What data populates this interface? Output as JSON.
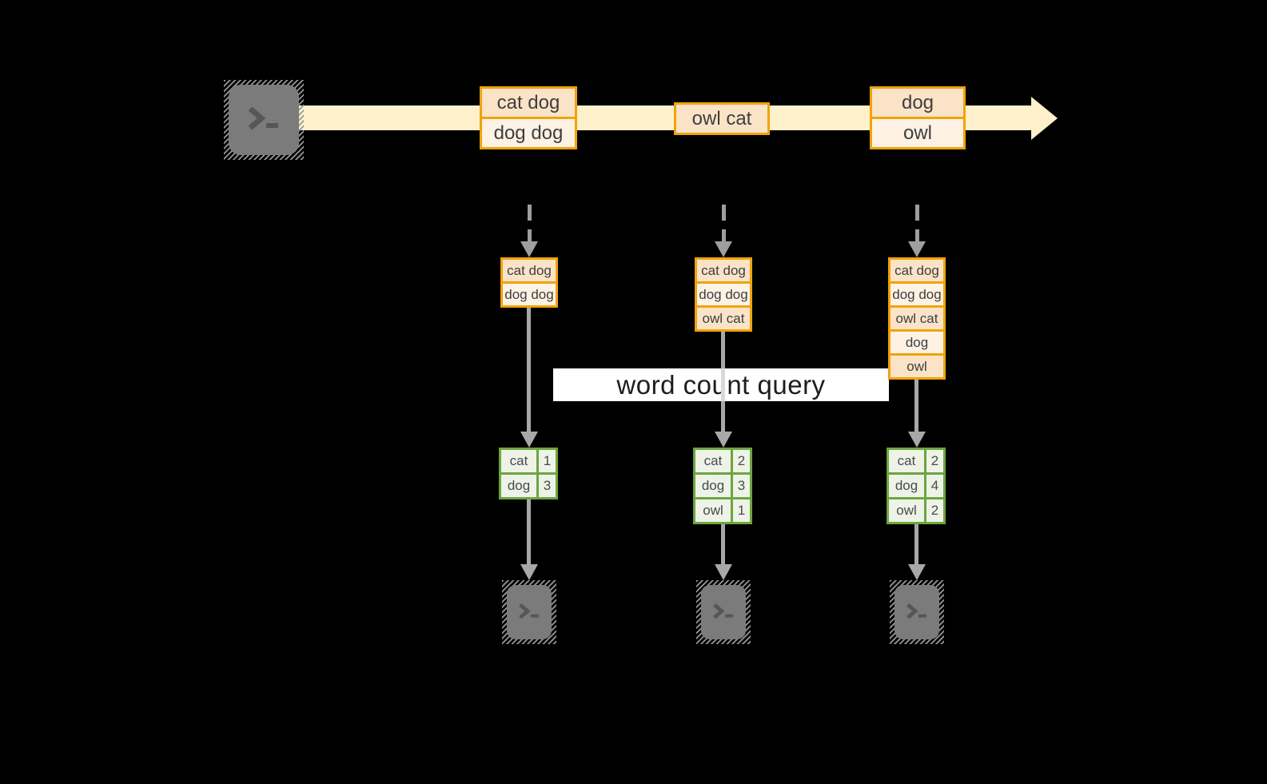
{
  "query_label": "word count query",
  "stream": {
    "events": [
      {
        "rows": [
          "cat dog",
          "dog dog"
        ]
      },
      {
        "rows": [
          "owl cat"
        ]
      },
      {
        "rows": [
          "dog",
          "owl"
        ]
      }
    ]
  },
  "pipelines": [
    {
      "buffer": [
        "cat dog",
        "dog dog"
      ],
      "counts": [
        {
          "word": "cat",
          "count": "1"
        },
        {
          "word": "dog",
          "count": "3"
        }
      ]
    },
    {
      "buffer": [
        "cat dog",
        "dog dog",
        "owl cat"
      ],
      "counts": [
        {
          "word": "cat",
          "count": "2"
        },
        {
          "word": "dog",
          "count": "3"
        },
        {
          "word": "owl",
          "count": "1"
        }
      ]
    },
    {
      "buffer": [
        "cat dog",
        "dog dog",
        "owl cat",
        "dog",
        "owl"
      ],
      "counts": [
        {
          "word": "cat",
          "count": "2"
        },
        {
          "word": "dog",
          "count": "4"
        },
        {
          "word": "owl",
          "count": "2"
        }
      ]
    }
  ],
  "icons": {
    "source": "terminal-icon",
    "sinks": [
      "terminal-icon",
      "terminal-icon",
      "terminal-icon"
    ]
  },
  "colors": {
    "background": "#000000",
    "stream_fill": "#fdf0cb",
    "box_border": "#f0a30c",
    "box_fill_dark": "#fbe3c7",
    "box_fill_light": "#fdf2e4",
    "table_border": "#6da53f",
    "table_fill": "#eef3e8",
    "arrow_gray": "#a8a8a8",
    "terminal_gray": "#7b7b7b",
    "label_bg": "#ffffff"
  }
}
